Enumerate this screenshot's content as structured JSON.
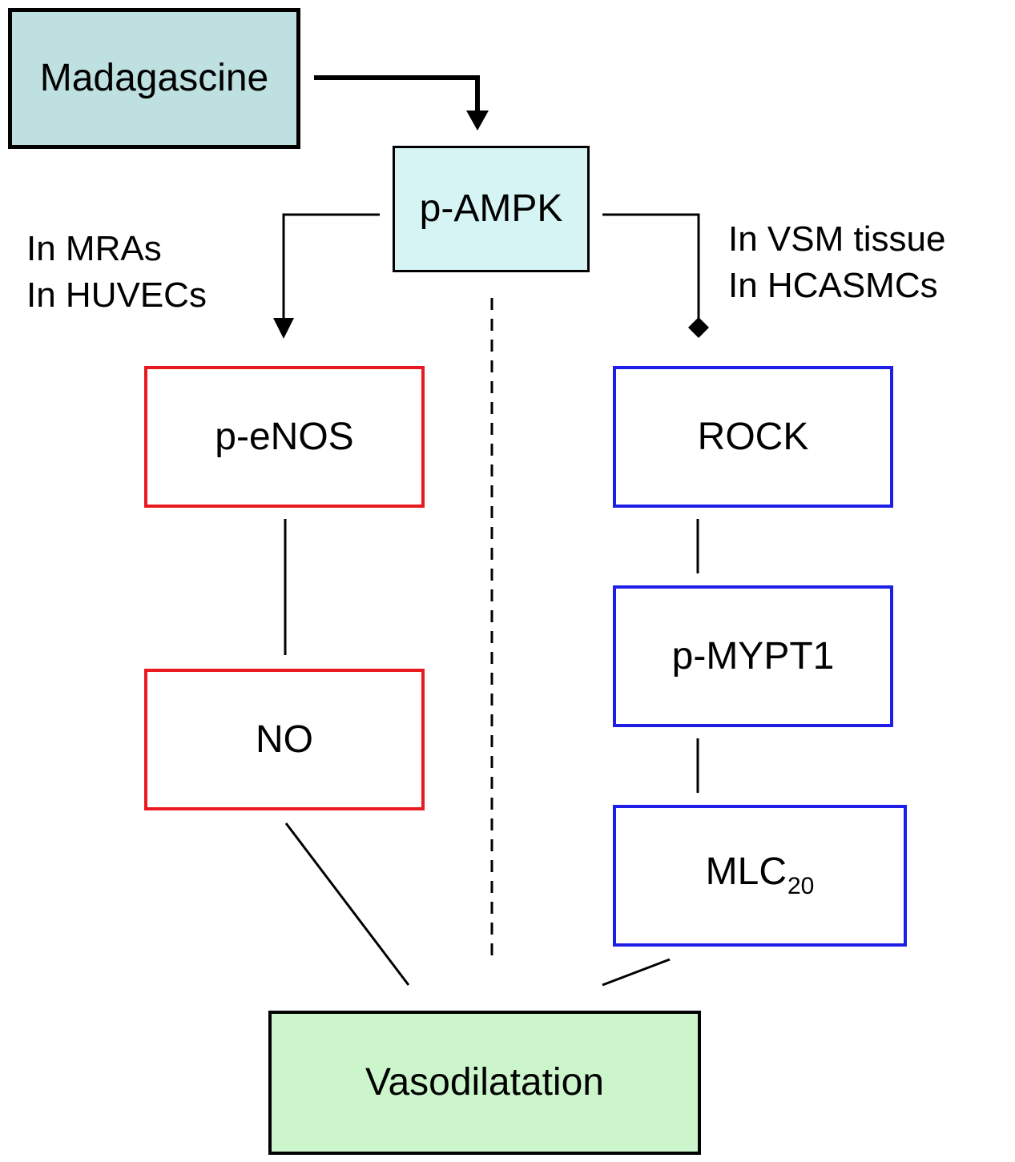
{
  "nodes": {
    "source": {
      "label": "Madagascine",
      "fill": "#bfe0e0"
    },
    "ampk": {
      "label": "p-AMPK",
      "fill": "#d6f4f4"
    },
    "enos": {
      "label": "p-eNOS",
      "border": "#e8191f"
    },
    "no": {
      "label": "NO",
      "border": "#e8191f"
    },
    "rock": {
      "label": "ROCK",
      "border": "#1e1ee6"
    },
    "mypt1": {
      "label": "p-MYPT1",
      "border": "#1e1ee6"
    },
    "mlc": {
      "label": "MLC",
      "subscript": "20",
      "border": "#1e1ee6"
    },
    "vaso": {
      "label": "Vasodilatation",
      "fill": "#ccf5cc"
    }
  },
  "branch_labels": {
    "left": [
      "In MRAs",
      "In HUVECs"
    ],
    "right": [
      "In VSM tissue",
      "In HCASMCs"
    ]
  },
  "edges": [
    {
      "from": "source",
      "to": "ampk",
      "type": "activation-arrow"
    },
    {
      "from": "ampk",
      "to": "enos",
      "type": "activation-arrow"
    },
    {
      "from": "ampk",
      "to": "rock",
      "type": "inhibition-diamond"
    },
    {
      "from": "enos",
      "to": "no",
      "type": "line"
    },
    {
      "from": "rock",
      "to": "mypt1",
      "type": "line"
    },
    {
      "from": "mypt1",
      "to": "mlc",
      "type": "line"
    },
    {
      "from": "no",
      "to": "vaso",
      "type": "line"
    },
    {
      "from": "mlc",
      "to": "vaso",
      "type": "line"
    },
    {
      "from": "ampk",
      "to": "vaso",
      "type": "dashed-line"
    }
  ]
}
